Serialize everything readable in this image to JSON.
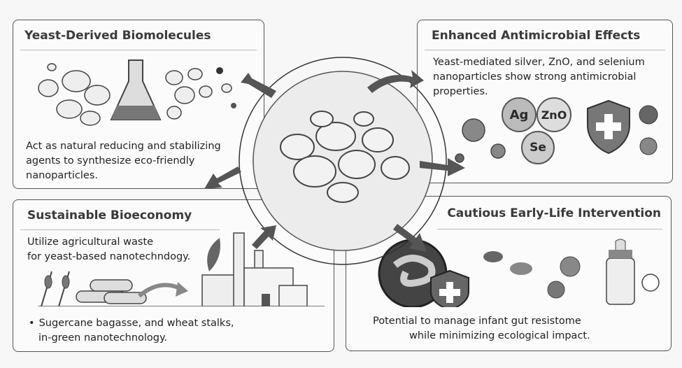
{
  "panels": {
    "top_left": {
      "title": "Yeast-Derived Biomolecules",
      "body": [
        "Act as natural reducing and stabilizing",
        "agents to synthesize eco-friendly",
        "nanoparticles."
      ]
    },
    "top_right": {
      "title": "Enhanced Antimicrobial Effects",
      "body": [
        "Yeast-mediated silver, ZnO, and selenium",
        "nanoparticles show strong antimicrobial",
        "properties."
      ],
      "particles": [
        "Ag",
        "ZnO",
        "Se"
      ]
    },
    "bottom_left": {
      "title": "Sustainable Bioeconomy",
      "body": [
        "Utilize agricultural waste",
        "for yeast-based nanotechndogy."
      ],
      "bullet": [
        "Sugercane bagasse, and wheat stalks,",
        "in-green nanotechnology."
      ]
    },
    "bottom_right": {
      "title": "Cautious Early-Life Intervention",
      "body": [
        "Potential to manage infant gut resistome",
        "while minimizing ecological impact."
      ]
    }
  },
  "icons": [
    "yeast-cells-icon",
    "flask-icon",
    "virus-icon",
    "shield-cross-icon",
    "factory-icon",
    "wheat-icon",
    "bagasse-logs-icon",
    "gut-icon",
    "baby-bottle-icon",
    "arrow-icon"
  ]
}
